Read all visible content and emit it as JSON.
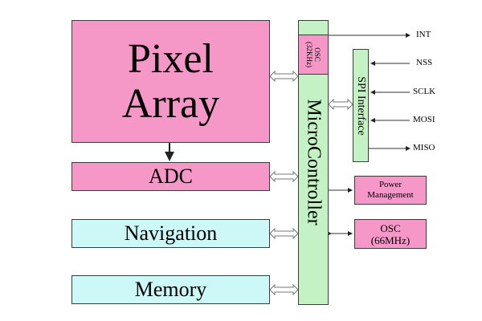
{
  "blocks": {
    "pixel_array": [
      "Pixel",
      "Array"
    ],
    "adc": "ADC",
    "navigation": "Navigation",
    "memory": "Memory",
    "microcontroller": "MicroController",
    "osc_32k": [
      "OSC",
      "(32KHz)"
    ],
    "spi_interface": "SPI Interface",
    "power_management": [
      "Power",
      "Management"
    ],
    "osc_66m": [
      "OSC",
      "(66MHz)"
    ]
  },
  "signals": {
    "int": "INT",
    "nss": "NSS",
    "sclk": "SCLK",
    "mosi": "MOSI",
    "miso": "MISO"
  },
  "colors": {
    "pink": "#f598c8",
    "cyan": "#ccf8f8",
    "green": "#c4f2c4"
  }
}
